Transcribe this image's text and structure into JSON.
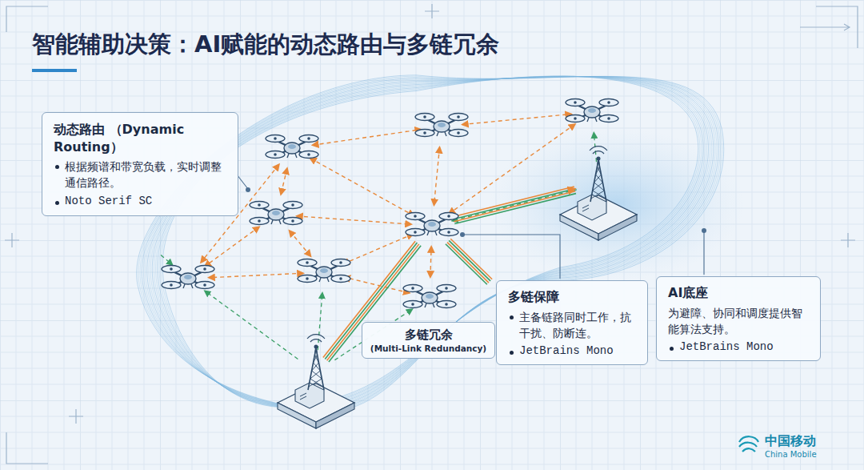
{
  "diagram": {
    "title": "智能辅助决策：AI赋能的动态路由与多链冗余",
    "nodes": [
      {
        "text": [
          "动态路由 （Dynamic Routing）",
          "根据频谱和带宽负载，实时调整通信路径。",
          "Noto Serif SC"
        ]
      },
      {
        "text": [
          "多链冗余",
          "(Multi-Link Redundancy)"
        ]
      },
      {
        "text": [
          "多链保障",
          "主备链路同时工作，抗干扰、防断连。",
          "JetBrains Mono"
        ]
      },
      {
        "text": [
          "AI底座",
          "为避障、协同和调度提供智能算法支持。",
          "JetBrains Mono"
        ]
      }
    ],
    "labels": [
      "中国移动",
      "China Mobile"
    ]
  }
}
